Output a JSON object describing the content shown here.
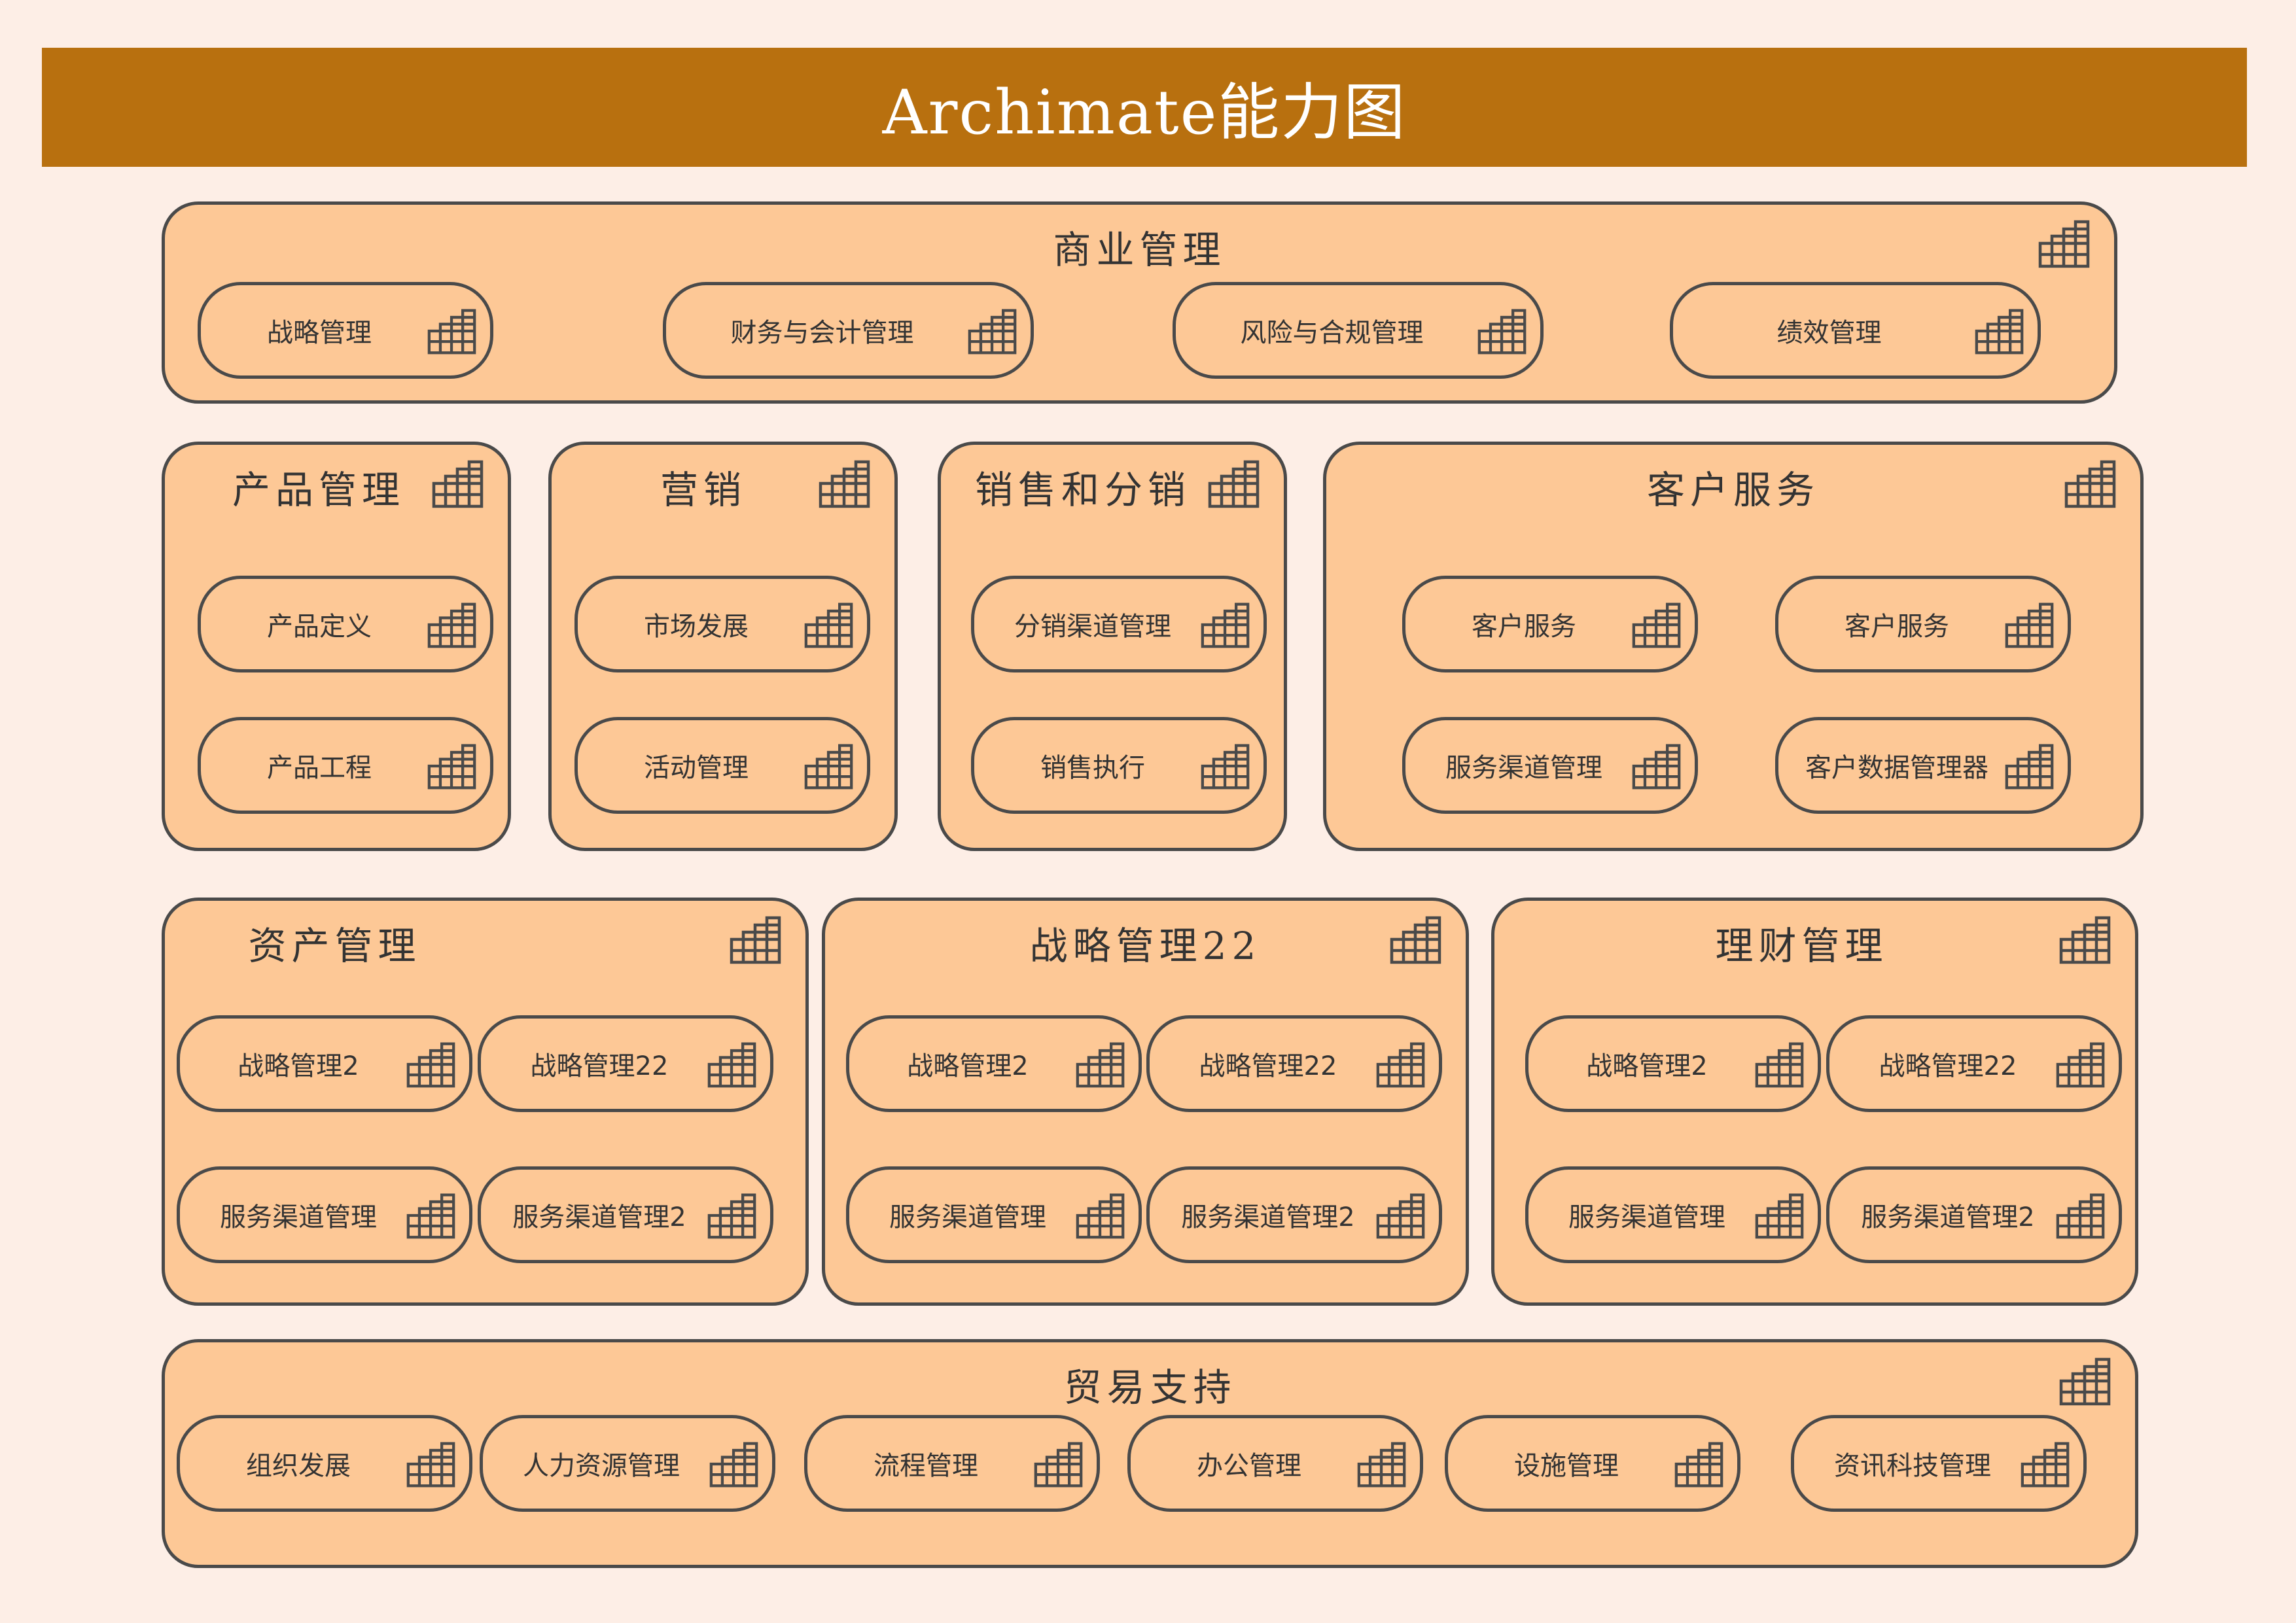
{
  "title": "Archimate能力图",
  "groups": {
    "business": {
      "title": "商业管理",
      "caps": [
        "战略管理",
        "财务与会计管理",
        "风险与合规管理",
        "绩效管理"
      ]
    },
    "product": {
      "title": "产品管理",
      "caps": [
        "产品定义",
        "产品工程"
      ]
    },
    "marketing": {
      "title": "营销",
      "caps": [
        "市场发展",
        "活动管理"
      ]
    },
    "sales": {
      "title": "销售和分销",
      "caps": [
        "分销渠道管理",
        "销售执行"
      ]
    },
    "customer": {
      "title": "客户服务",
      "caps": [
        "客户服务",
        "客户服务",
        "服务渠道管理",
        "客户数据管理器"
      ]
    },
    "asset": {
      "title": "资产管理",
      "caps": [
        "战略管理2",
        "战略管理22",
        "服务渠道管理",
        "服务渠道管理2"
      ]
    },
    "strategy": {
      "title": "战略管理22",
      "caps": [
        "战略管理2",
        "战略管理22",
        "服务渠道管理",
        "服务渠道管理2"
      ]
    },
    "finance": {
      "title": "理财管理",
      "caps": [
        "战略管理2",
        "战略管理22",
        "服务渠道管理",
        "服务渠道管理2"
      ]
    },
    "trade": {
      "title": "贸易支持",
      "caps": [
        "组织发展",
        "人力资源管理",
        "流程管理",
        "办公管理",
        "设施管理",
        "资讯科技管理"
      ]
    }
  },
  "colors": {
    "banner": "#b8700f",
    "background": "#fdeee6",
    "box_fill": "#fdc896",
    "border": "#4a4a4a"
  },
  "icons": {
    "capability": "capability-staircase-icon"
  }
}
